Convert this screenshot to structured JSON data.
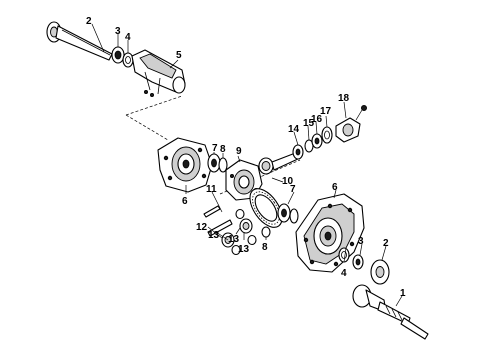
{
  "callouts": {
    "c1": "1",
    "c2": "2",
    "c2b": "2",
    "c3": "3",
    "c3b": "3",
    "c4": "4",
    "c4b": "4",
    "c5": "5",
    "c6": "6",
    "c6b": "6",
    "c7": "7",
    "c7b": "7",
    "c8": "8",
    "c8b": "8",
    "c9": "9",
    "c10": "10",
    "c11": "11",
    "c12": "12",
    "c13a": "13",
    "c13b": "13",
    "c13c": "13",
    "c14": "14",
    "c15": "15",
    "c16": "16",
    "c17": "17",
    "c18": "18"
  }
}
